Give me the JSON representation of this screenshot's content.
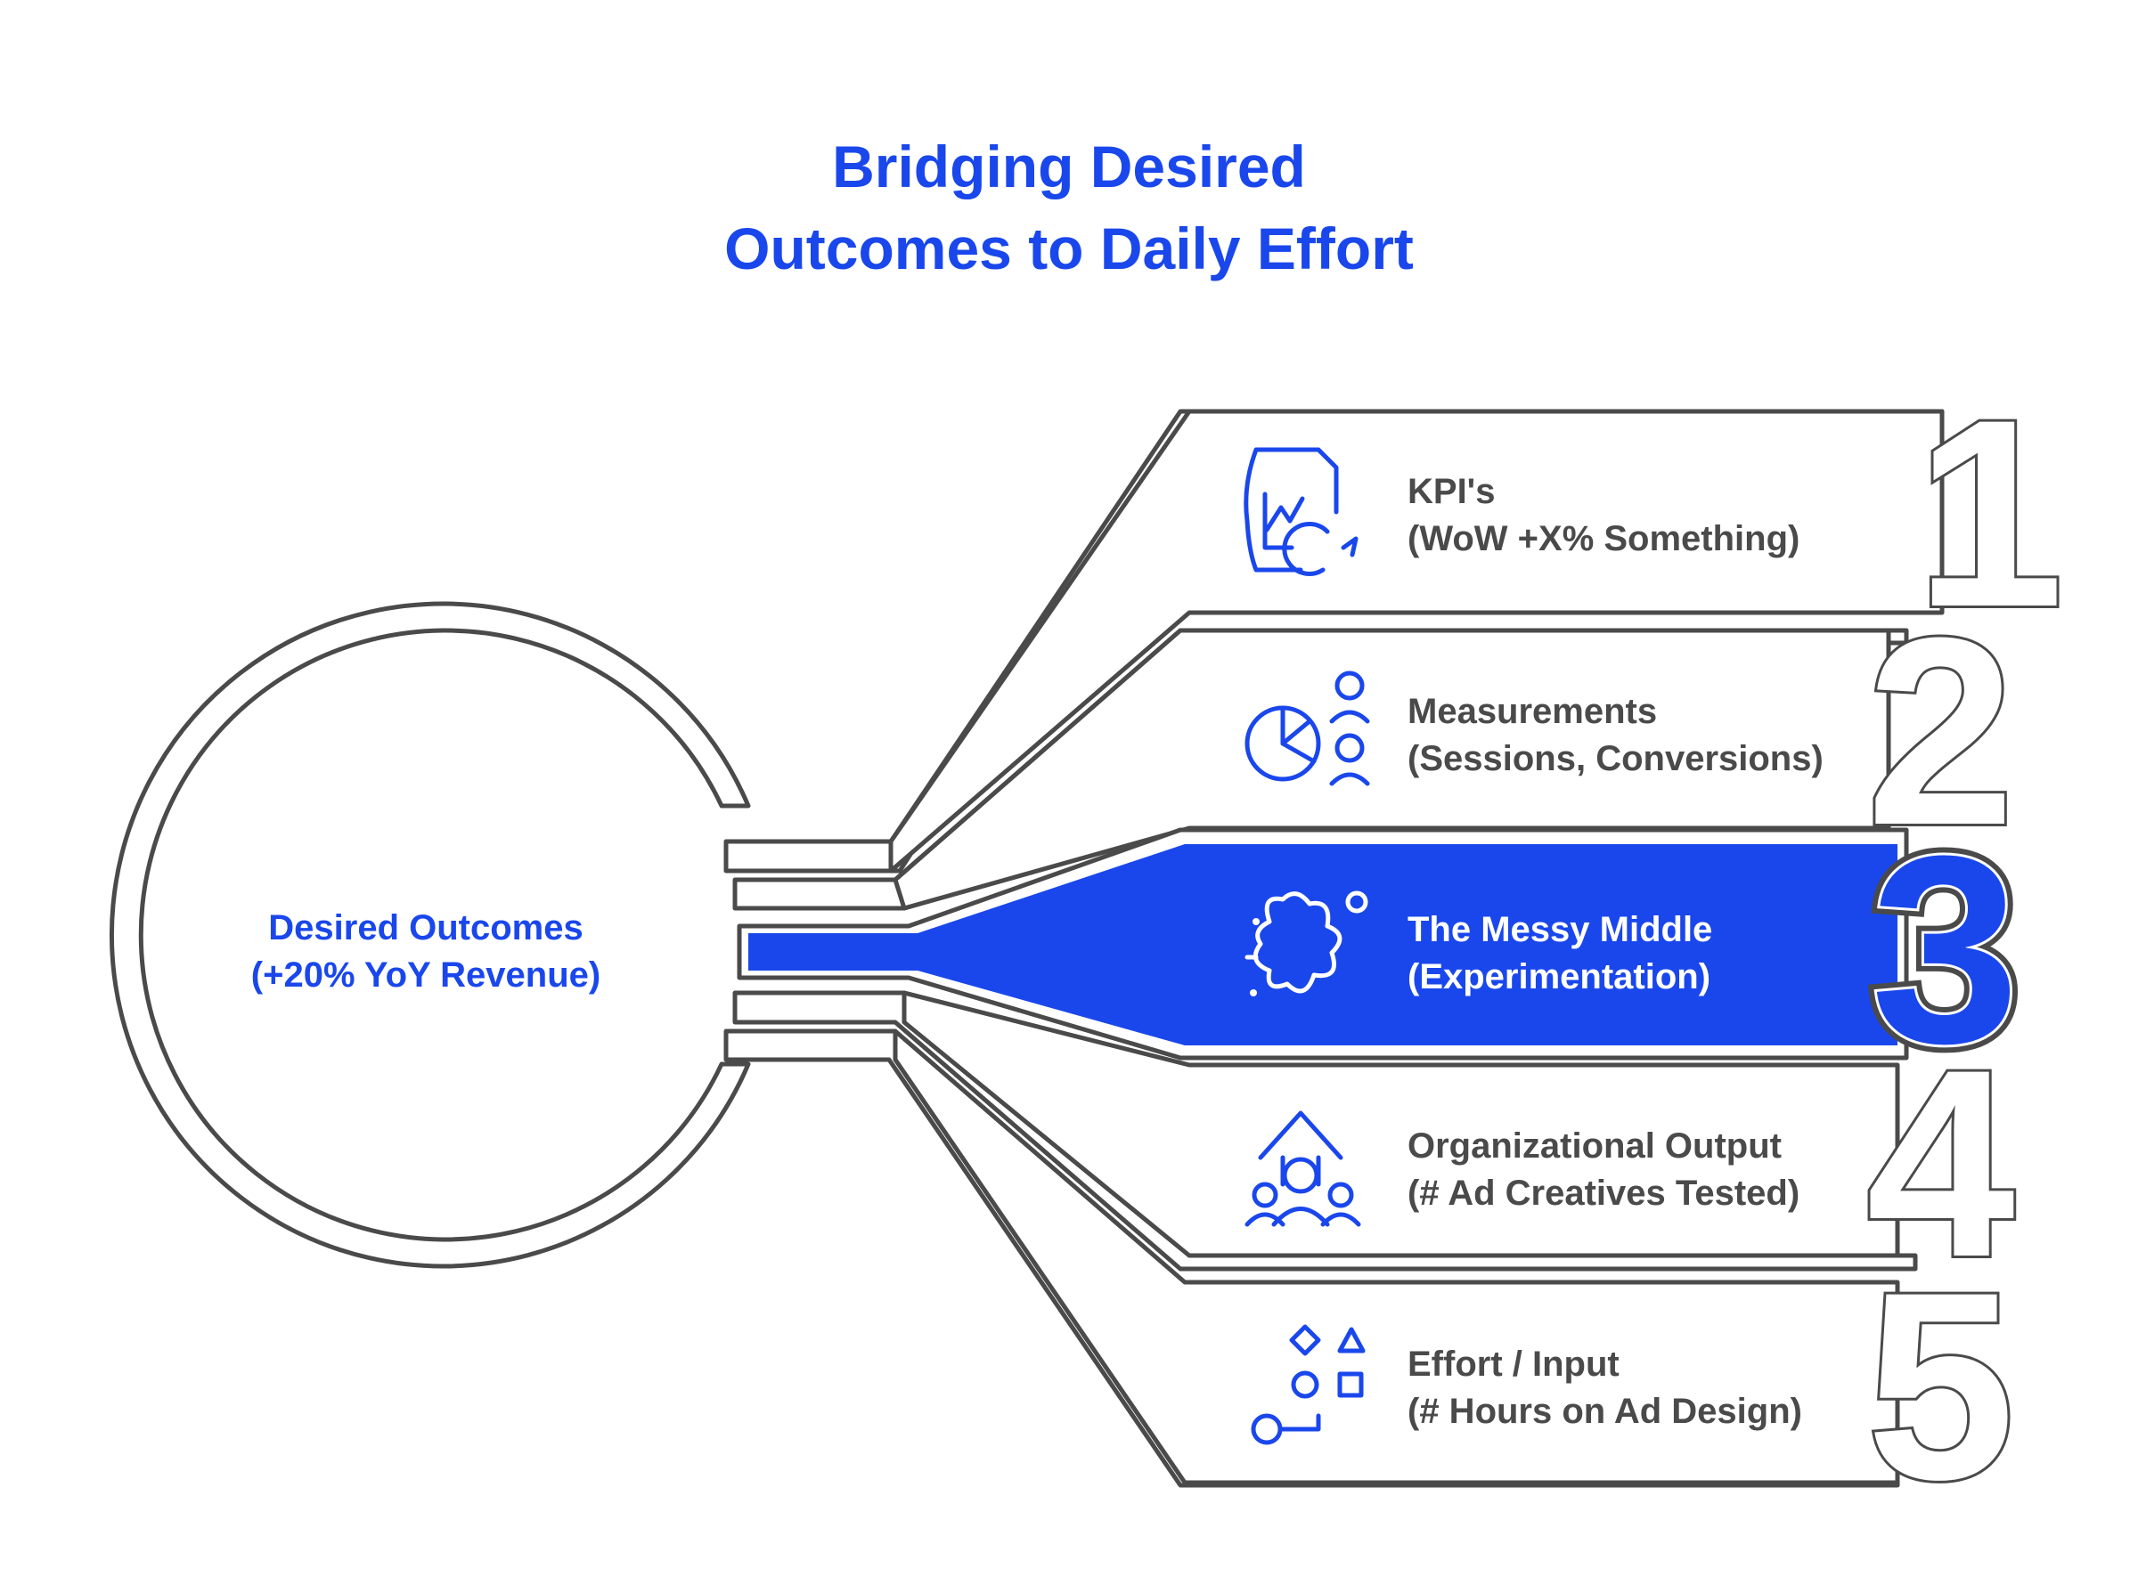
{
  "title": {
    "line1": "Bridging Desired",
    "line2": "Outcomes to Daily Effort"
  },
  "center": {
    "line1": "Desired Outcomes",
    "line2": "(+20% YoY Revenue)"
  },
  "items": [
    {
      "number": "1",
      "line1": "KPI's",
      "line2": "(WoW +X% Something)",
      "icon": "chart-refresh-icon",
      "active": false
    },
    {
      "number": "2",
      "line1": "Measurements",
      "line2": "(Sessions, Conversions)",
      "icon": "pie-chart-users-icon",
      "active": false
    },
    {
      "number": "3",
      "line1": "The Messy Middle",
      "line2": "(Experimentation)",
      "icon": "splat-icon",
      "active": true
    },
    {
      "number": "4",
      "line1": "Organizational Output",
      "line2": "(# Ad Creatives Tested)",
      "icon": "team-growth-icon",
      "active": false
    },
    {
      "number": "5",
      "line1": "Effort / Input",
      "line2": "(# Hours on Ad Design)",
      "icon": "shapes-icon",
      "active": false
    }
  ],
  "colors": {
    "accent": "#1a47ec",
    "outline": "#4a4a4a",
    "text": "#4a4a4a"
  }
}
